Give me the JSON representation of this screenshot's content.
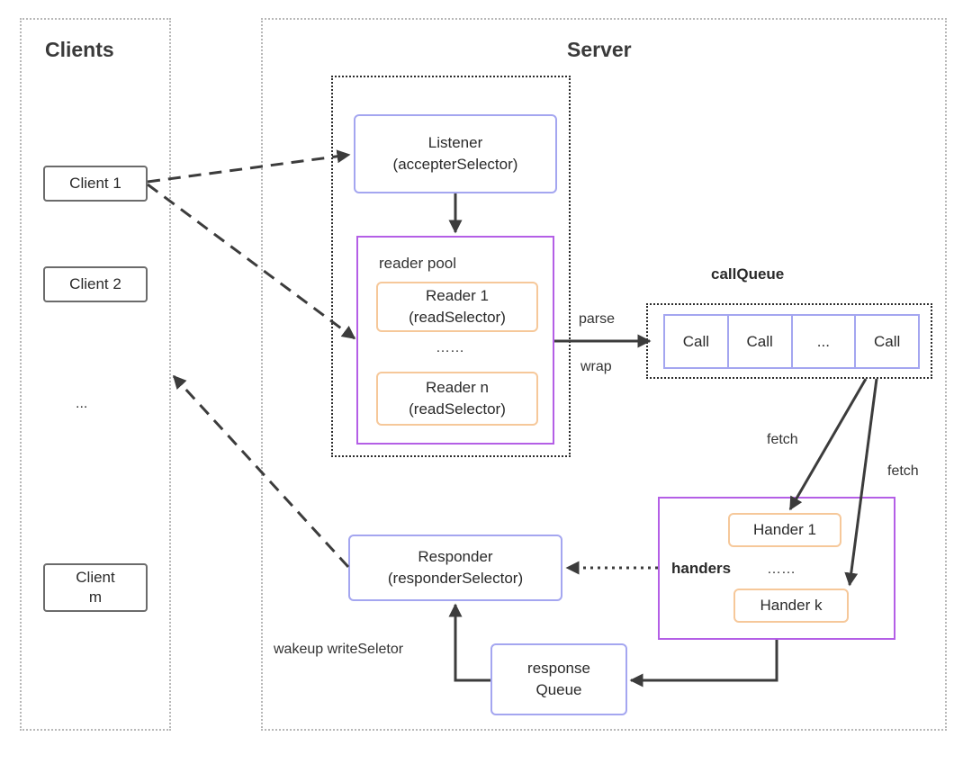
{
  "clients_panel": {
    "title": "Clients",
    "items": [
      "Client 1",
      "Client 2",
      "...",
      "Client\nm"
    ]
  },
  "server_panel": {
    "title": "Server",
    "listener": "Listener\n(accepterSelector)",
    "reader_pool": {
      "label": "reader pool",
      "reader_1": "Reader 1\n(readSelector)",
      "ellipsis": "……",
      "reader_n": "Reader n\n(readSelector)"
    },
    "call_queue": {
      "label": "callQueue",
      "cells": [
        "Call",
        "Call",
        "...",
        "Call"
      ]
    },
    "handlers": {
      "label": "handers",
      "handler_1": "Hander 1",
      "ellipsis": "……",
      "handler_k": "Hander k"
    },
    "responder": "Responder\n(responderSelector)",
    "response_queue": "response\nQueue"
  },
  "edge_labels": {
    "parse": "parse",
    "wrap": "wrap",
    "fetch_left": "fetch",
    "fetch_right": "fetch",
    "wakeup": "wakeup writeSeletor"
  },
  "colors": {
    "stroke": "#3c3c3c",
    "client_border": "#6b6b6b",
    "blue_border": "#a4a6f0",
    "purple_border": "#b45fe6",
    "orange_border": "#f6c89a",
    "region_border": "#b8b8b8"
  }
}
